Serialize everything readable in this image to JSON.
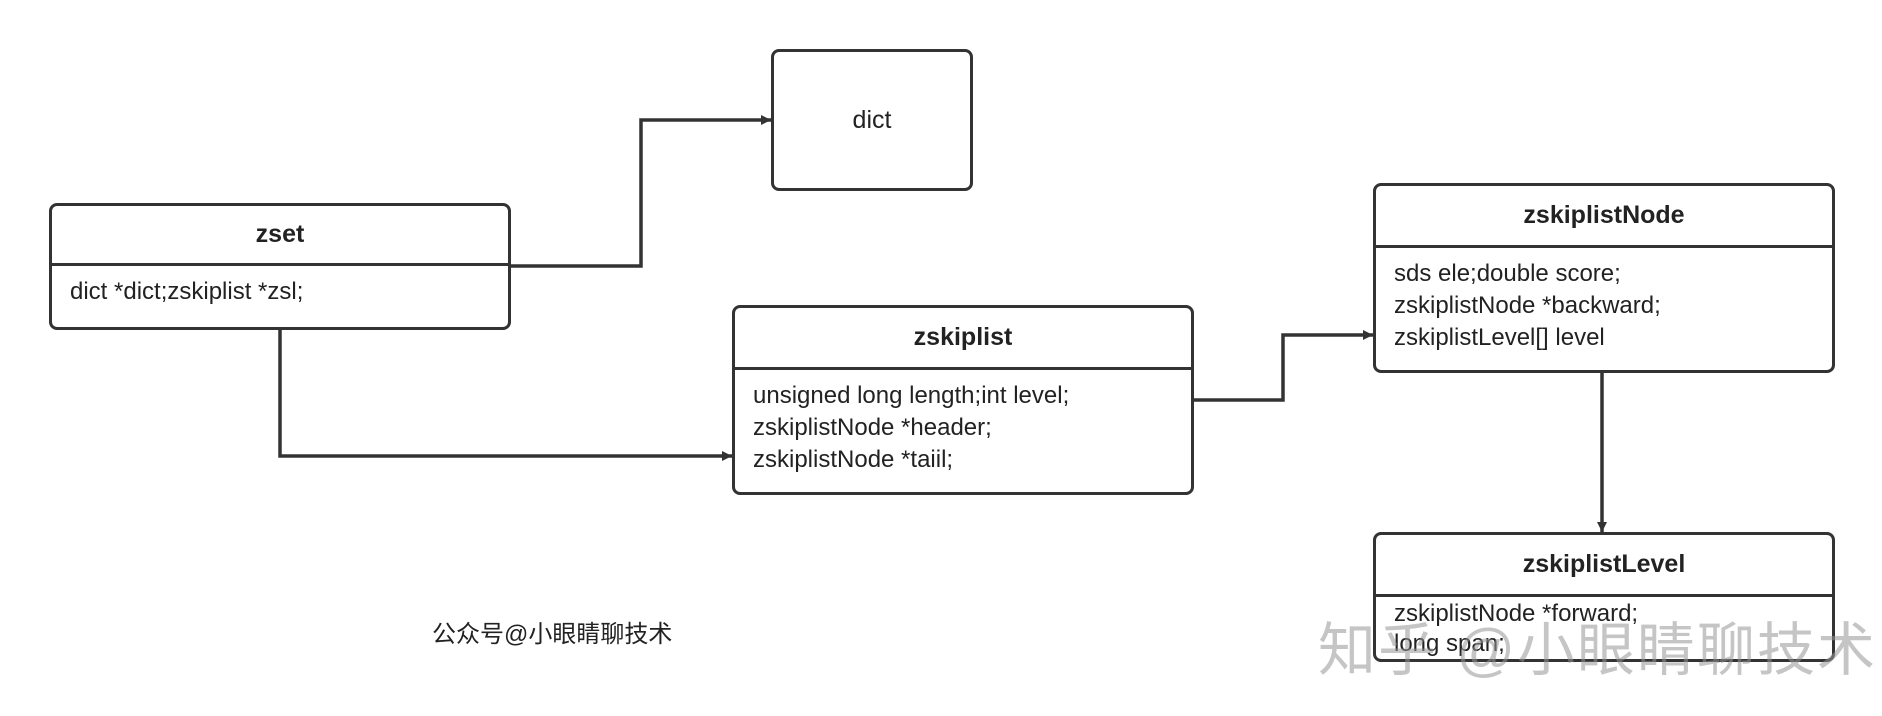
{
  "boxes": {
    "dict": {
      "title": "dict"
    },
    "zset": {
      "title": "zset",
      "lines": [
        "dict *dict;zskiplist *zsl;"
      ]
    },
    "zskiplist": {
      "title": "zskiplist",
      "lines": [
        "unsigned long length;int level;",
        "zskiplistNode *header;",
        "zskiplistNode *taiil;"
      ]
    },
    "zskiplistNode": {
      "title": "zskiplistNode",
      "lines": [
        "sds ele;double score;",
        "zskiplistNode *backward;",
        "zskiplistLevel[] level"
      ]
    },
    "zskiplistLevel": {
      "title": "zskiplistLevel",
      "lines": [
        "zskiplistNode *forward;",
        "long span;"
      ]
    }
  },
  "watermarks": {
    "caption": "公众号@小眼睛聊技术",
    "overlay": "知乎 @小眼睛聊技术"
  },
  "colors": {
    "stroke": "#333333",
    "background": "#ffffff"
  }
}
